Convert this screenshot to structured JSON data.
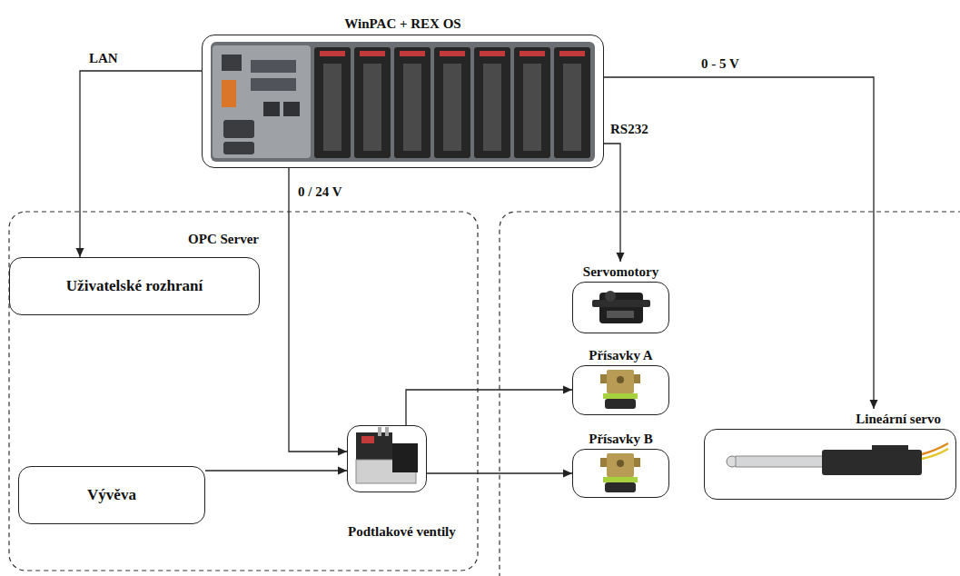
{
  "diagram": {
    "nodes": [
      {
        "text": [
          "WinPAC + REX OS"
        ]
      },
      {
        "text": [
          "OPC Server",
          "Uživatelské rozhraní"
        ]
      },
      {
        "text": [
          "Servomotory"
        ]
      },
      {
        "text": [
          "Přísavky A"
        ]
      },
      {
        "text": [
          "Lineární servo"
        ]
      },
      {
        "text": [
          "Přísavky B"
        ]
      },
      {
        "text": [
          "Vývěva"
        ]
      },
      {
        "text": [
          "Podtlakové ventily"
        ]
      }
    ],
    "edges": [
      {
        "from": 0,
        "to": 1,
        "arrow": "to",
        "label": "LAN"
      },
      {
        "from": 0,
        "to": 7,
        "arrow": "to",
        "label": "0 / 24 V"
      },
      {
        "from": 0,
        "to": 2,
        "arrow": "to",
        "label": "RS232"
      },
      {
        "from": 0,
        "to": 4,
        "arrow": "to",
        "label": "0 - 5 V"
      },
      {
        "from": 6,
        "to": 7,
        "arrow": "to"
      },
      {
        "from": 7,
        "to": 3,
        "arrow": "to"
      },
      {
        "from": 7,
        "to": 5,
        "arrow": "to"
      }
    ]
  }
}
